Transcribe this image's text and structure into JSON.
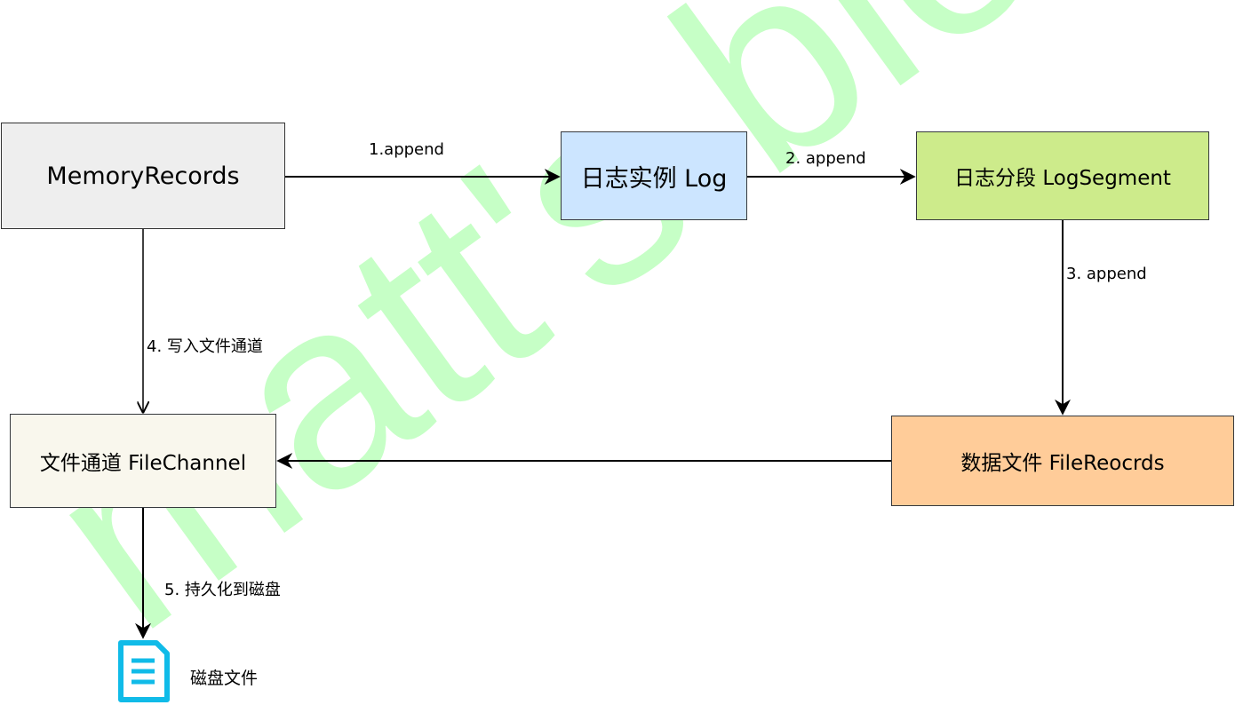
{
  "watermark": "matt's blog",
  "nodes": {
    "memory_records": "MemoryRecords",
    "log": "日志实例 Log",
    "log_segment": "日志分段 LogSegment",
    "file_channel": "文件通道 FileChannel",
    "file_records": "数据文件 FileReocrds",
    "disk_file": "磁盘文件"
  },
  "edges": {
    "e1": "1.append",
    "e2": "2. append",
    "e3": "3. append",
    "e4": "4. 写入文件通道",
    "e5": "5. 持久化到磁盘"
  },
  "colors": {
    "watermark": "#80ff80",
    "disk_icon": "#10bbe8",
    "memory_fill": "#eeeeee",
    "log_fill": "#cce5ff",
    "segment_fill": "#cdeb8b",
    "channel_fill": "#f9f7ed",
    "records_fill": "#ffcc99"
  },
  "icons": {
    "disk_file": "document-icon"
  }
}
